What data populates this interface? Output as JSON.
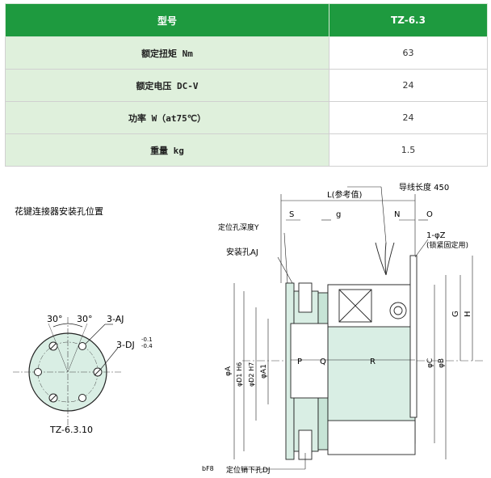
{
  "table": {
    "header": {
      "label": "型号",
      "model": "TZ-6.3"
    },
    "rows": [
      {
        "label": "额定扭矩 Nm",
        "value": "63"
      },
      {
        "label": "额定电压 DC-V",
        "value": "24"
      },
      {
        "label": "功率 W（at75℃）",
        "value": "24"
      },
      {
        "label": "重量 kg",
        "value": "1.5"
      }
    ]
  },
  "spline_view": {
    "title": "花键连接器安装孔位置",
    "angle1": "30°",
    "angle2": "30°",
    "hole_aj": "3-AJ",
    "hole_dj": "3-DJ",
    "tol_upper": "-0.1",
    "tol_lower": "-0.4",
    "caption": "TZ-6.3.10"
  },
  "main_view": {
    "l_label": "L(参考值)",
    "lead_wire": "导线长度 450",
    "s": "S",
    "g": "g",
    "n": "N",
    "o": "O",
    "pos_hole_depth": "定位孔深度Y",
    "one_z": "1-φZ",
    "lock_note": "(锁紧固定用)",
    "mount_hole": "安装孔AJ",
    "p": "P",
    "q": "Q",
    "r": "R",
    "phi_a": "φA",
    "phi_d1": "φD1 H6",
    "phi_d2": "φD2 H7",
    "phi_a1": "φA1",
    "phi_c": "φC",
    "phi_b": "φB",
    "g_dim": "G",
    "h_dim": "H",
    "pin_hole": "定位销下孔DJ",
    "bf8": "bF8"
  }
}
